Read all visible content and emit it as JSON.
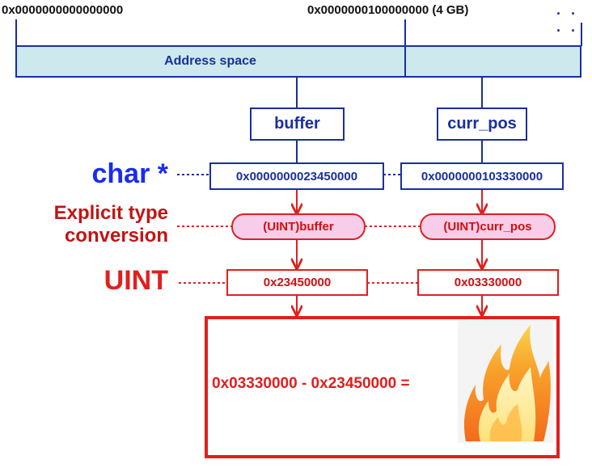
{
  "top_addresses": {
    "start": "0x0000000000000000",
    "mid": "0x0000000100000000 (4 GB)",
    "ellipsis": ". . . ."
  },
  "address_space_label": "Address space",
  "variables": {
    "left": "buffer",
    "right": "curr_pos"
  },
  "rows": {
    "pointer": {
      "label": "char *",
      "left_value": "0x0000000023450000",
      "right_value": "0x0000000103330000"
    },
    "conversion": {
      "label_line1": "Explicit type",
      "label_line2": "conversion",
      "left_value": "(UINT)buffer",
      "right_value": "(UINT)curr_pos"
    },
    "uint": {
      "label": "UINT",
      "left_value": "0x23450000",
      "right_value": "0x03330000"
    }
  },
  "result": {
    "expression": "0x03330000 - 0x23450000 =",
    "image": "fire-image"
  },
  "colors": {
    "blue": "#1a2f9c",
    "red": "#e01f1f",
    "dark_red": "#c01515",
    "pink": "#f7cdea",
    "light_blue": "#cde9ee"
  }
}
